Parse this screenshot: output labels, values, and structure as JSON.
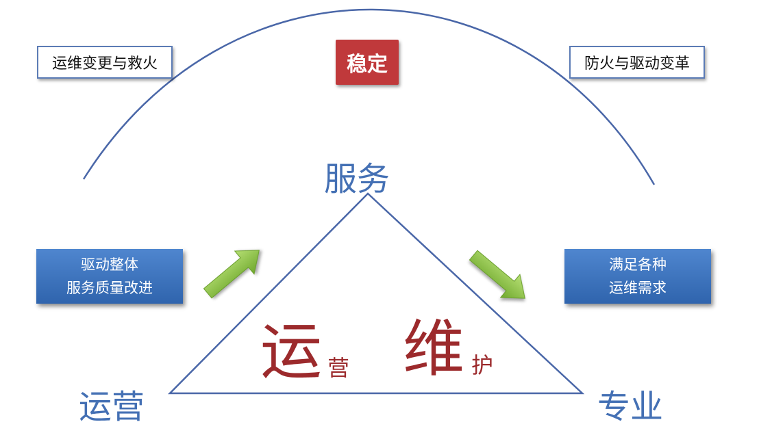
{
  "top_left_label": "运维变更与救火",
  "top_center_label": "稳定",
  "top_right_label": "防火与驱动变革",
  "vertex_top": "服务",
  "vertex_left": "运营",
  "vertex_right": "专业",
  "left_box": {
    "line1": "驱动整体",
    "line2": "服务质量改进"
  },
  "right_box": {
    "line1": "满足各种",
    "line2": "运维需求"
  },
  "center": {
    "char1": "运",
    "char1_small": "营",
    "char2": "维",
    "char2_small": "护"
  },
  "colors": {
    "arc": "#4a67a8",
    "red_box": "#c0393b",
    "blue_box": "#3570bd",
    "arrow": "#8cc63f",
    "center_text": "#9c2a2c",
    "vertex_text": "#4470b4"
  }
}
